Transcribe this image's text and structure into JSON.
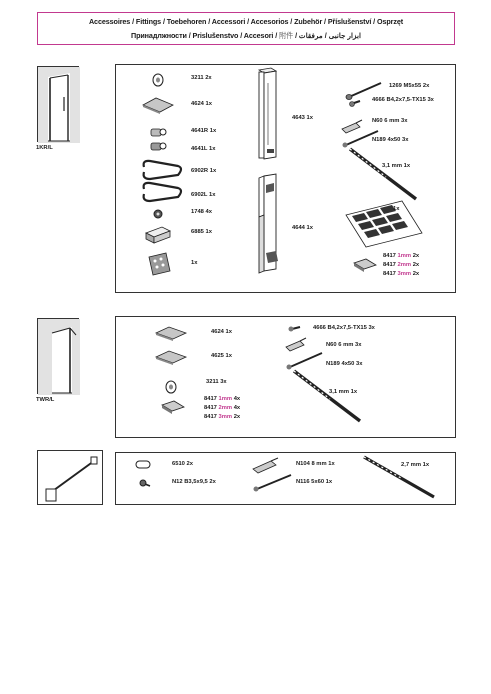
{
  "header": {
    "line1": "Accessoires / Fittings / Toebehoren / Accessori / Accesorios / Zubehör / Příslušenství / Osprzęt",
    "line2_a": "Принадлжности / Prislušenstvo / Accesori / ",
    "line2_b": "附件",
    "line2_c": " / ",
    "line2_d": "ابزار جانبی / مرفقات"
  },
  "thumbs": [
    {
      "label": "1KR/L"
    },
    {
      "label": "TWR/L"
    }
  ],
  "panel1": {
    "items": [
      {
        "code": "3211",
        "qty": "2x"
      },
      {
        "code": "4624",
        "qty": "1x"
      },
      {
        "code": "4641R",
        "qty": "1x"
      },
      {
        "code": "4641L",
        "qty": "1x"
      },
      {
        "code": "6902R",
        "qty": "1x"
      },
      {
        "code": "6902L",
        "qty": "1x"
      },
      {
        "code": "1748",
        "qty": "4x"
      },
      {
        "code": "6885",
        "qty": "1x"
      },
      {
        "code": "",
        "qty": "1x"
      },
      {
        "code": "4643",
        "qty": "1x"
      },
      {
        "code": "4644",
        "qty": "1x"
      },
      {
        "code": "1269 M5x55",
        "qty": "2x"
      },
      {
        "code": "4666 B4,2x7,5-TX15",
        "qty": "3x"
      },
      {
        "code": "N60 6 mm",
        "qty": "3x"
      },
      {
        "code": "N189 4x50",
        "qty": "3x"
      },
      {
        "code": "3,1 mm",
        "qty": "1x"
      },
      {
        "code": "",
        "qty": "1x"
      }
    ],
    "shims": [
      {
        "code": "8417",
        "size": "1mm",
        "qty": "2x"
      },
      {
        "code": "8417",
        "size": "2mm",
        "qty": "2x"
      },
      {
        "code": "8417",
        "size": "3mm",
        "qty": "2x"
      }
    ]
  },
  "panel2": {
    "items": [
      {
        "code": "4624",
        "qty": "1x"
      },
      {
        "code": "4625",
        "qty": "1x"
      },
      {
        "code": "3211",
        "qty": "3x"
      },
      {
        "code": "4666 B4,2x7,5-TX15",
        "qty": "3x"
      },
      {
        "code": "N60 6 mm",
        "qty": "3x"
      },
      {
        "code": "N189 4x50",
        "qty": "3x"
      },
      {
        "code": "3,1 mm",
        "qty": "1x"
      }
    ],
    "shims": [
      {
        "code": "8417",
        "size": "1mm",
        "qty": "4x"
      },
      {
        "code": "8417",
        "size": "2mm",
        "qty": "4x"
      },
      {
        "code": "8417",
        "size": "3mm",
        "qty": "2x"
      }
    ]
  },
  "panel3": {
    "items": [
      {
        "code": "6510",
        "qty": "2x"
      },
      {
        "code": "N12 B3,5x9,5",
        "qty": "2x"
      },
      {
        "code": "N104 8 mm",
        "qty": "1x"
      },
      {
        "code": "N116 5x60",
        "qty": "1x"
      },
      {
        "code": "2,7 mm",
        "qty": "1x"
      }
    ]
  },
  "colors": {
    "accent": "#c2398f",
    "ink": "#1a1a1a",
    "grey": "#d8d8d8"
  }
}
